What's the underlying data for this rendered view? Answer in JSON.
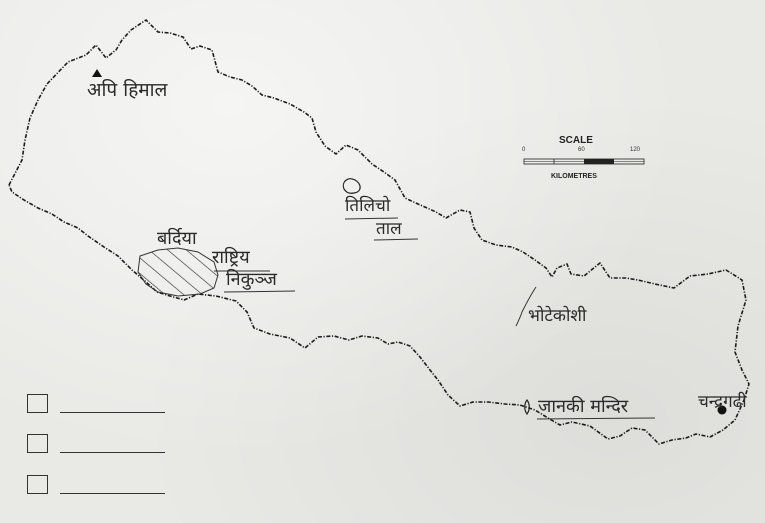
{
  "map": {
    "places": {
      "api_himal": "अपि हिमाल",
      "tilicho_line1": "तिलिचो",
      "tilicho_line2": "ताल",
      "bardiya_line1": "बर्दिया",
      "bardiya_line2": "राष्ट्रिय",
      "bardiya_line3": "निकुञ्ज",
      "bhotekoshi": "भोटेकोशी",
      "janaki_mandir": "जानकी मन्दिर",
      "chandragadhi": "चन्द्रगढी"
    },
    "scale": {
      "title": "SCALE",
      "ticks": [
        "0",
        "60",
        "120"
      ],
      "unit": "KILOMETRES"
    },
    "legend": {
      "rows": 3
    }
  }
}
